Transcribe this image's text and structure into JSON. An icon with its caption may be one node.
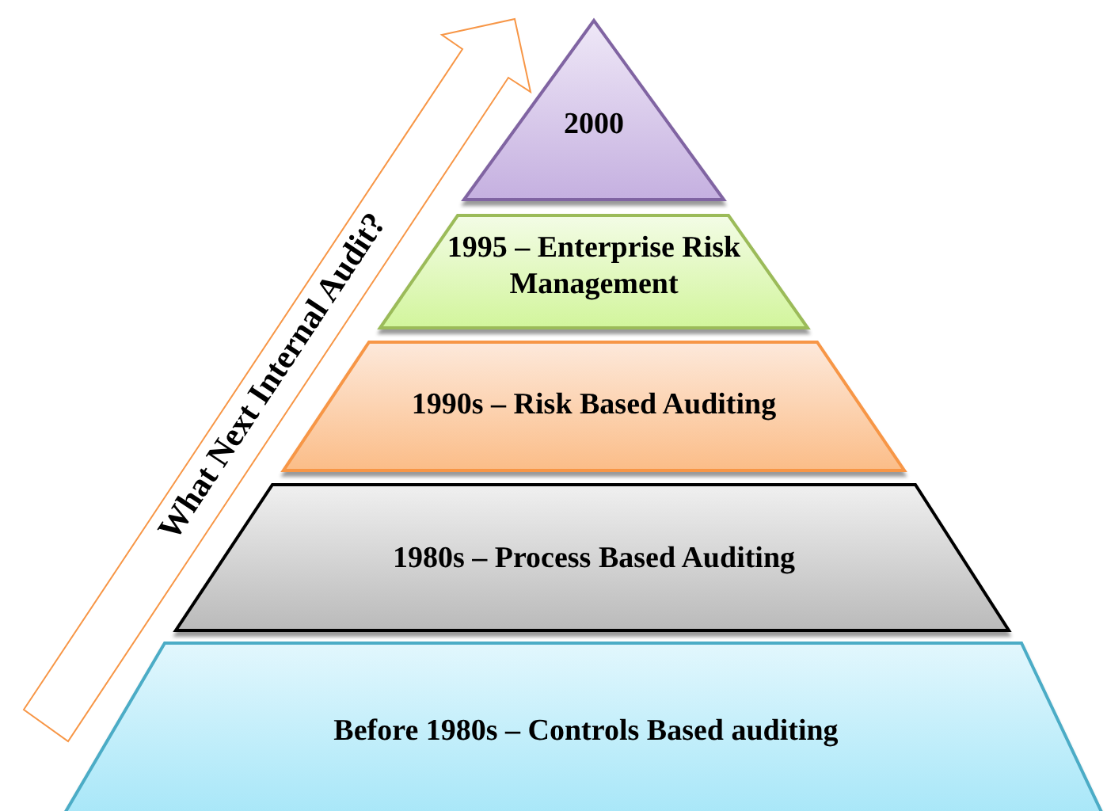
{
  "diagram": {
    "nodes": [
      {
        "text": [
          "2000"
        ]
      },
      {
        "text": [
          "1995 – Enterprise Risk Management"
        ]
      },
      {
        "text": [
          "1990s – Risk Based Auditing"
        ]
      },
      {
        "text": [
          "1980s – Process Based Auditing"
        ]
      },
      {
        "text": [
          "Before 1980s – Controls Based auditing"
        ]
      },
      {
        "text": [
          "What Next Internal Audit?"
        ]
      }
    ]
  }
}
